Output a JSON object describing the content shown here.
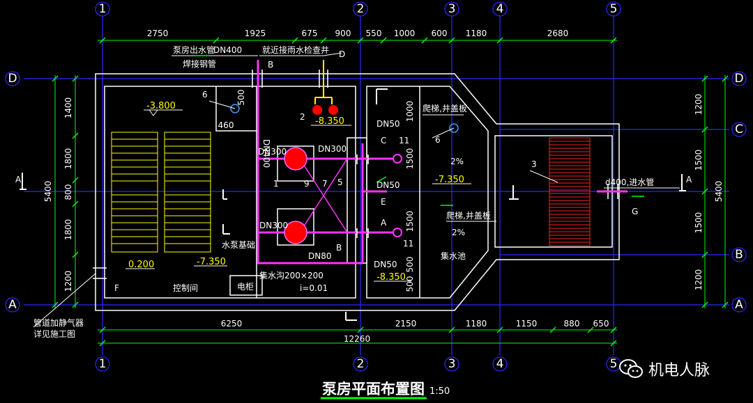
{
  "axes": {
    "vertical": [
      "1",
      "2",
      "3",
      "4",
      "5"
    ],
    "horizontal": [
      "D",
      "C",
      "B",
      "A"
    ]
  },
  "dims": {
    "top": [
      "2750",
      "1925",
      "675",
      "900",
      "550",
      "1000",
      "600",
      "1180",
      "2680"
    ],
    "bottom": [
      "6250",
      "2150",
      "1180",
      "1150",
      "880",
      "650"
    ],
    "total": "12260",
    "left_outer": "5400",
    "left_inner": [
      "1400",
      "1800",
      "800",
      "1800",
      "1200"
    ],
    "right_outer": "5400",
    "right_inner": [
      "1200",
      "1500",
      "1500",
      "1200"
    ],
    "misc": [
      "500",
      "460",
      "1000",
      "1500",
      "1500",
      "500",
      "500"
    ]
  },
  "labels": {
    "outlet_pipe_a": "泵房出水管",
    "outlet_pipe_a_size": "DN400",
    "outlet_pipe_b": "焊接钢管",
    "nearby_well": "就近接雨水检查井",
    "well_letter_d": "D",
    "letter_b": "B",
    "letter_c": "C",
    "letter_e": "E",
    "letter_a2": "A",
    "letter_f": "F",
    "letter_g": "G",
    "item_6a": "6",
    "item_6b": "6",
    "item_2": "2",
    "item_3": "3",
    "item_1": "1",
    "item_9": "9",
    "item_7": "7",
    "item_5": "5",
    "item_11a": "11",
    "item_11b": "11",
    "dn400_v": "DN400",
    "dn300_a": "DN300",
    "dn300_b": "DN300",
    "dn300_c": "DN300",
    "dn50_a": "DN50",
    "dn50_b": "DN50",
    "dn50_c": "DN50",
    "dn80": "DN80",
    "ladder_a": "爬梯,井盖板",
    "ladder_b": "爬梯,井盖板",
    "pump_base": "水泵基础",
    "collect_pit": "集水沟200×200",
    "slope": "i=0.01",
    "control_room": "控制间",
    "elec_cabinet": "电柜",
    "sump": "集水池",
    "pct_a": "2%",
    "pct_b": "2%",
    "inlet_pipe": "d400,进水管",
    "note_line1": "管道加静气器",
    "note_line2": "详见施工图",
    "section_a": "A",
    "section_b": "B"
  },
  "elevations": [
    "-3.800",
    "-8.350",
    "-7.350",
    "0.200",
    "-7.350",
    "-8.350"
  ],
  "title": {
    "main": "泵房平面布置图",
    "scale": "1:50"
  },
  "watermark": {
    "text": "机电人脉",
    "icon": "wechat-icon"
  },
  "colors": {
    "background": "#000000",
    "wall": "#ffffff",
    "axis_line": "#2a2aff",
    "dimension": "#00ff00",
    "pipe": "#ff33ff",
    "pump": "#ff0000",
    "stair": "#ffff00",
    "screen": "#ff2020",
    "elevation": "#ffff00"
  }
}
